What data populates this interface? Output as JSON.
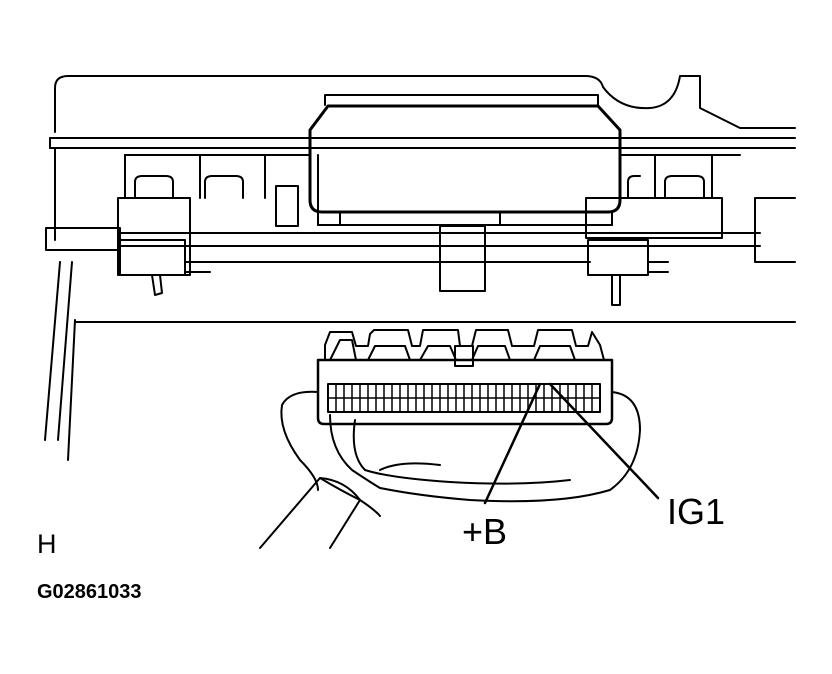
{
  "labels": {
    "plus_b": "+B",
    "ig1": "IG1",
    "connector_id": "H",
    "figure_code": "G02861033"
  },
  "colors": {
    "stroke": "#000000",
    "background": "#ffffff"
  }
}
